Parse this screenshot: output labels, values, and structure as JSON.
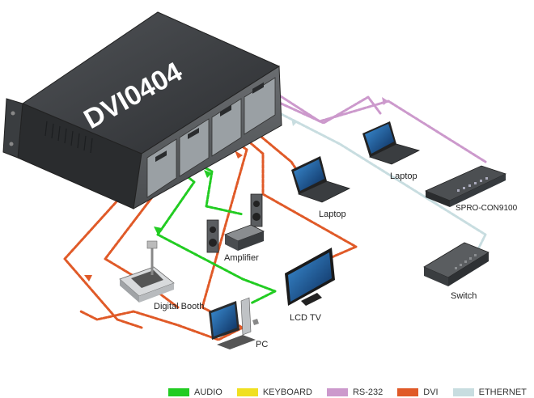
{
  "device": {
    "model_label": "DVI0404"
  },
  "devices": {
    "laptop_top": "Laptop",
    "laptop_mid": "Laptop",
    "control": "SPRO-CON9100",
    "amplifier": "Amplifier",
    "digital_booth": "Digital Booth",
    "lcd_tv": "LCD TV",
    "switch": "Switch",
    "pc": "PC"
  },
  "legend": [
    {
      "label": "AUDIO",
      "color": "#22cc22"
    },
    {
      "label": "KEYBOARD",
      "color": "#f0e020"
    },
    {
      "label": "RS-232",
      "color": "#cc99cc"
    },
    {
      "label": "DVI",
      "color": "#e05a28"
    },
    {
      "label": "ETHERNET",
      "color": "#c8dde0"
    }
  ],
  "colors": {
    "audio": "#22cc22",
    "rs232": "#cc99cc",
    "dvi": "#e05a28",
    "ethernet": "#c8dde0",
    "chassis": "#3a3d40"
  }
}
